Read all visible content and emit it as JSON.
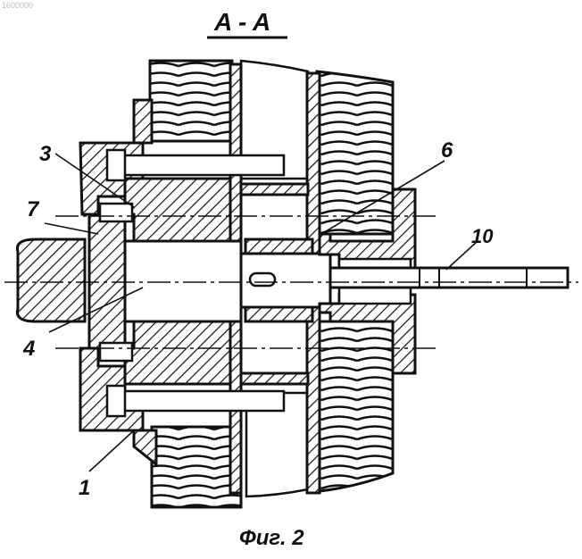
{
  "figure": {
    "section_title": "A - A",
    "caption": "Фиг. 2",
    "stamp": "1600000"
  },
  "part_labels": [
    "1",
    "3",
    "4",
    "6",
    "7",
    "10"
  ],
  "colors": {
    "ink": "#111111",
    "paper": "#ffffff"
  }
}
